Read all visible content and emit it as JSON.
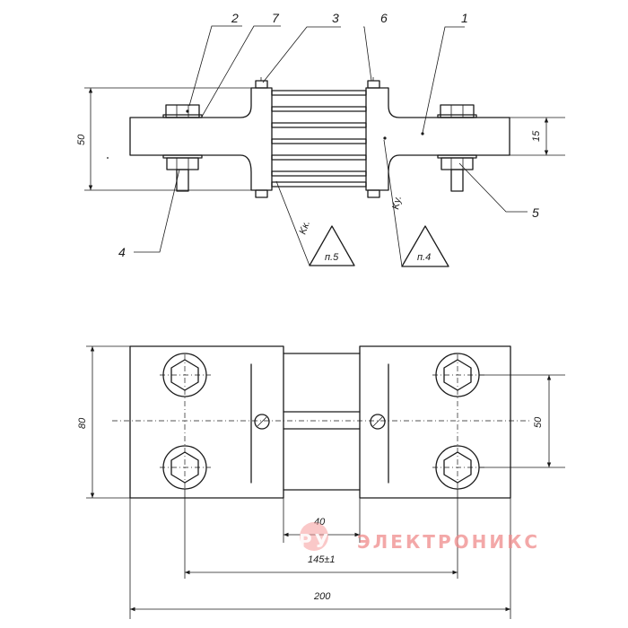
{
  "top_view": {
    "part_labels": [
      "2",
      "7",
      "3",
      "6",
      "1",
      "4",
      "5"
    ],
    "dim_height": "50",
    "dim_bar": "15",
    "roughness": [
      {
        "mark": "Kк.",
        "note": "п.5"
      },
      {
        "mark": "Kу.",
        "note": "п.4"
      }
    ]
  },
  "plan_view": {
    "dim_height": "80",
    "dim_bolt_spacing": "50",
    "dim_gap": "40",
    "dim_bolt_centers": "145±1",
    "dim_total": "200"
  },
  "watermark": {
    "prefix": "РУ",
    "text": "ЭЛЕКТРОНИКС"
  },
  "colors": {
    "ink": "#1a1a1a",
    "watermark": "#f08c8c"
  }
}
